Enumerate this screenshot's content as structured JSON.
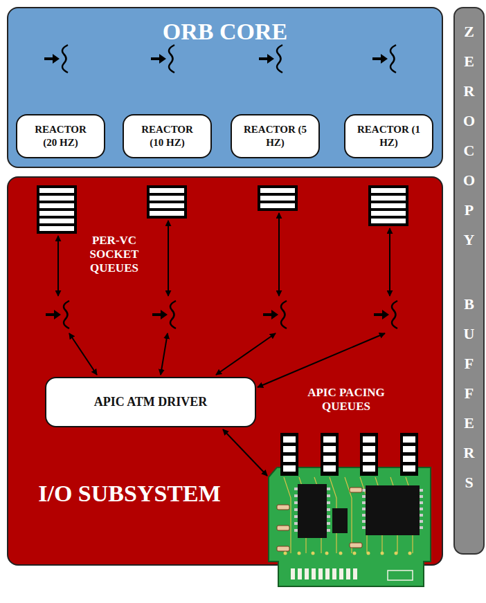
{
  "diagram": {
    "nodes": [
      {
        "text": [
          "ORB CORE"
        ]
      },
      {
        "text": [
          "REACTOR (20 HZ)"
        ],
        "in": 0
      },
      {
        "text": [
          "REACTOR (10 HZ)"
        ],
        "in": 0
      },
      {
        "text": [
          "REACTOR (5 HZ)"
        ],
        "in": 0
      },
      {
        "text": [
          "REACTOR (1 HZ)"
        ],
        "in": 0
      },
      {
        "text": [
          "I/O SUBSYSTEM"
        ]
      },
      {
        "text": [
          "APIC ATM DRIVER"
        ],
        "in": 5
      },
      {
        "text": [
          "ZEROCOPY",
          "BUFFERS"
        ]
      }
    ],
    "labels": [
      "PER-VC SOCKET QUEUES",
      "APIC PACING QUEUES"
    ]
  }
}
